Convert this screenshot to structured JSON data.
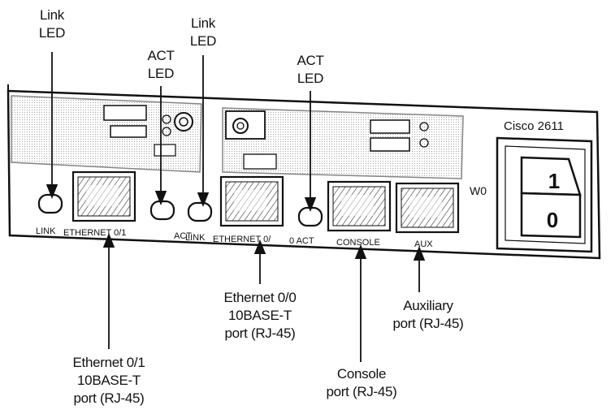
{
  "callouts": {
    "link_led_1": [
      "Link",
      "LED"
    ],
    "act_led_1": [
      "ACT",
      "LED"
    ],
    "link_led_2": [
      "Link",
      "LED"
    ],
    "act_led_2": [
      "ACT",
      "LED"
    ],
    "ethernet_0_1": [
      "Ethernet 0/1",
      "10BASE-T",
      "port (RJ-45)"
    ],
    "ethernet_0_0": [
      "Ethernet 0/0",
      "10BASE-T",
      "port (RJ-45)"
    ],
    "console": [
      "Console",
      "port (RJ-45)"
    ],
    "auxiliary": [
      "Auxiliary",
      "port (RJ-45)"
    ]
  },
  "panel": {
    "model_label": "Cisco 2611",
    "wo_label": "W0",
    "switch_on": "1",
    "switch_off": "0",
    "port_labels": {
      "link_1": "LINK",
      "ethernet_1": "ETHERNET 0/1",
      "act_1": "ACT",
      "link_0": "LINK",
      "ethernet_0": "ETHERNET 0/",
      "act_0": "0 ACT",
      "console": "CONSOLE",
      "aux": "AUX"
    }
  }
}
